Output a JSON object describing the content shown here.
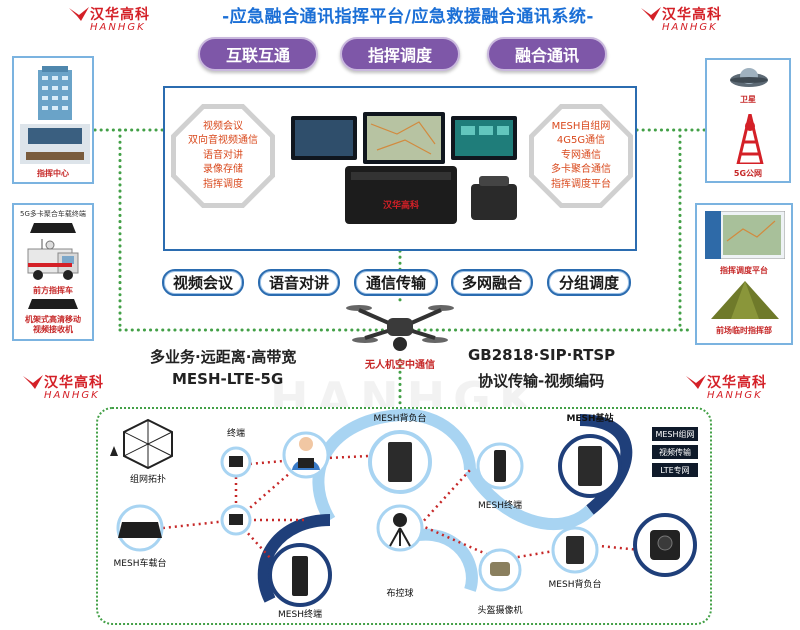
{
  "brand": {
    "name_cn": "汉华高科",
    "name_en": "HANHGK"
  },
  "title": "-应急融合通讯指挥平台/应急救援融合通讯系统-",
  "top_pills": [
    "互联互通",
    "指挥调度",
    "融合通讯"
  ],
  "left_features": [
    "视频会议",
    "双向音视频通信",
    "语音对讲",
    "录像存储",
    "指挥调度"
  ],
  "right_features": [
    "MESH自组网",
    "4G5G通信",
    "专网通信",
    "多卡聚合通信",
    "指挥调度平台"
  ],
  "feature_buttons": [
    "视频会议",
    "语音对讲",
    "通信传输",
    "多网融合",
    "分组调度"
  ],
  "left_panel": {
    "command_center": "指挥中心",
    "vehicle_top": "5G多卡聚合车载终端",
    "vehicle": "前方指挥车",
    "receiver": "机架式高清移动视频接收机"
  },
  "right_panel": {
    "satellite": "卫星",
    "network_5g": "5G公网",
    "dispatch_platform": "指挥调度平台",
    "field_hq": "前场临时指挥部"
  },
  "slogans": {
    "left_1": "多业务·远距离·高带宽",
    "left_2": "MESH-LTE-5G",
    "right_1": "GB2818·SIP·RTSP",
    "right_2": "协议传输-视频编码",
    "drone": "无人机空中通信"
  },
  "watermark": "HANHGK",
  "nodes": {
    "topology": "组网拓扑",
    "terminal": "终端",
    "backpack_top": "MESH背负台",
    "base_station": "MESH基站",
    "mesh_terminal_mid": "MESH终端",
    "vehicle_station": "MESH车载台",
    "control_ball": "布控球",
    "mesh_terminal_bottom": "MESH终端",
    "helmet_camera": "头盔摄像机",
    "backpack_right": "MESH背负台"
  },
  "legend": [
    "MESH组网",
    "视频传输",
    "LTE专网"
  ],
  "colors": {
    "accent_blue": "#1b6fd6",
    "purple": "#7e57a8",
    "brand_red": "#d42027",
    "link_red": "#c62828",
    "ring_dark": "#1f3f7a",
    "ring_light": "#a8d4f2",
    "dotted_green": "#43a047"
  }
}
